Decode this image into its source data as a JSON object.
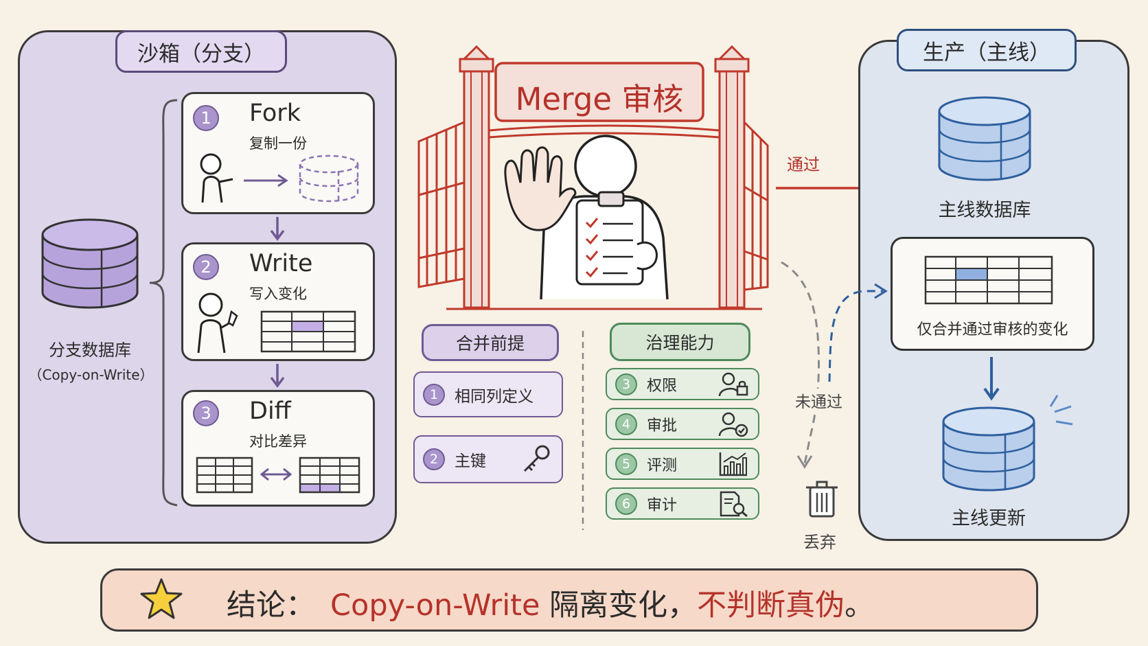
{
  "sandbox": {
    "title": "沙箱（分支）",
    "db_label": "分支数据库",
    "db_sublabel": "（Copy-on-Write）",
    "steps": [
      {
        "number": "1",
        "title": "Fork",
        "subtitle": "复制一份"
      },
      {
        "number": "2",
        "title": "Write",
        "subtitle": "写入变化"
      },
      {
        "number": "3",
        "title": "Diff",
        "subtitle": "对比差异"
      }
    ]
  },
  "gate": {
    "sign": "Merge 审核",
    "pass_label": "通过",
    "fail_label": "未通过",
    "discard_label": "丢弃"
  },
  "prerequisites": {
    "header": "合并前提",
    "items": [
      {
        "number": "1",
        "label": "相同列定义"
      },
      {
        "number": "2",
        "label": "主键",
        "icon": "key-icon"
      }
    ]
  },
  "governance": {
    "header": "治理能力",
    "items": [
      {
        "number": "3",
        "label": "权限",
        "icon": "user-lock-icon"
      },
      {
        "number": "4",
        "label": "审批",
        "icon": "user-check-icon"
      },
      {
        "number": "5",
        "label": "评测",
        "icon": "bar-chart-icon"
      },
      {
        "number": "6",
        "label": "审计",
        "icon": "document-search-icon"
      }
    ]
  },
  "production": {
    "title": "生产（主线）",
    "db_label": "主线数据库",
    "merge_label": "仅合并通过审核的变化",
    "updated_label": "主线更新"
  },
  "conclusion": {
    "prefix": "结论：",
    "highlight1": "Copy-on-Write",
    "middle": " 隔离变化，",
    "highlight2": "不判断真伪",
    "suffix": "。"
  },
  "colors": {
    "sandbox_bg": "#ddd5ea",
    "production_bg": "#dfe5ef",
    "gate_red": "#c0392b",
    "accent_purple": "#a995cc",
    "accent_green": "#9cc7a5",
    "accent_blue": "#2e5f9e",
    "conclusion_bg": "#f6d9c8"
  }
}
